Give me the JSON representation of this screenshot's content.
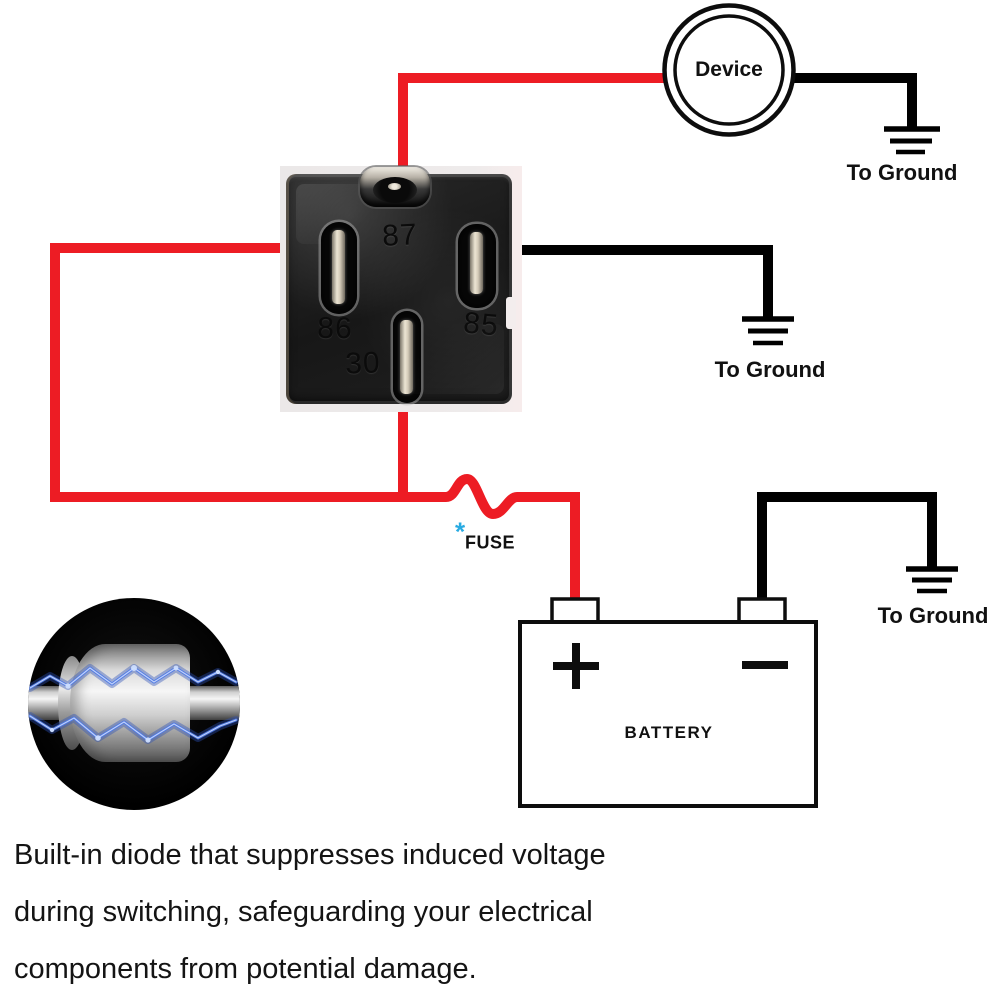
{
  "colors": {
    "wire_red": "#ed1c24",
    "wire_black": "#000000",
    "fuse_marker_blue": "#29abe2",
    "diode_arc_blue": "#4d79e6",
    "text": "#111111"
  },
  "device": {
    "label": "Device"
  },
  "device_ground": {
    "label": "To Ground"
  },
  "relay_ground": {
    "label": "To Ground"
  },
  "battery_ground": {
    "label": "To Ground"
  },
  "relay": {
    "pin_top": "87",
    "pin_left": "86",
    "pin_right": "85",
    "pin_bottom": "30"
  },
  "fuse": {
    "marker": "*",
    "label": "FUSE"
  },
  "battery": {
    "label": "BATTERY",
    "positive": "+",
    "negative": "−"
  },
  "caption": {
    "lines": [
      "Built-in diode that suppresses induced voltage",
      "during switching, safeguarding your electrical",
      "components from potential damage."
    ]
  }
}
